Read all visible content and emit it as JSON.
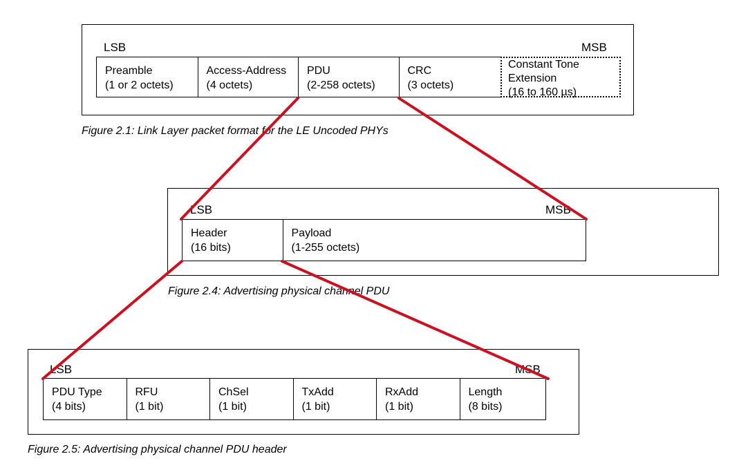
{
  "colors": {
    "zoom_line": "#cc1020",
    "border": "#000000",
    "text": "#000000"
  },
  "fig_2_1": {
    "lsb": "LSB",
    "msb": "MSB",
    "fields": [
      {
        "name": "Preamble",
        "size": "(1 or 2 octets)"
      },
      {
        "name": "Access-Address",
        "size": "(4 octets)"
      },
      {
        "name": "PDU",
        "size": "(2-258 octets)"
      },
      {
        "name": "CRC",
        "size": "(3 octets)"
      },
      {
        "name_line1": "Constant Tone",
        "name_line2": "Extension",
        "size": "(16 to 160 µs)",
        "optional": true
      }
    ],
    "caption": "Figure 2.1:  Link Layer packet format for the LE Uncoded PHYs"
  },
  "fig_2_4": {
    "lsb": "LSB",
    "msb": "MSB",
    "fields": [
      {
        "name": "Header",
        "size": "(16 bits)"
      },
      {
        "name": "Payload",
        "size": "(1-255 octets)"
      }
    ],
    "caption": "Figure 2.4:  Advertising physical channel PDU"
  },
  "fig_2_5": {
    "lsb": "LSB",
    "msb": "MSB",
    "fields": [
      {
        "name": "PDU Type",
        "size": "(4 bits)"
      },
      {
        "name": "RFU",
        "size": "(1 bit)"
      },
      {
        "name": "ChSel",
        "size": "(1 bit)"
      },
      {
        "name": "TxAdd",
        "size": "(1 bit)"
      },
      {
        "name": "RxAdd",
        "size": "(1 bit)"
      },
      {
        "name": "Length",
        "size": "(8 bits)"
      }
    ],
    "caption": "Figure 2.5:  Advertising physical channel PDU header"
  }
}
